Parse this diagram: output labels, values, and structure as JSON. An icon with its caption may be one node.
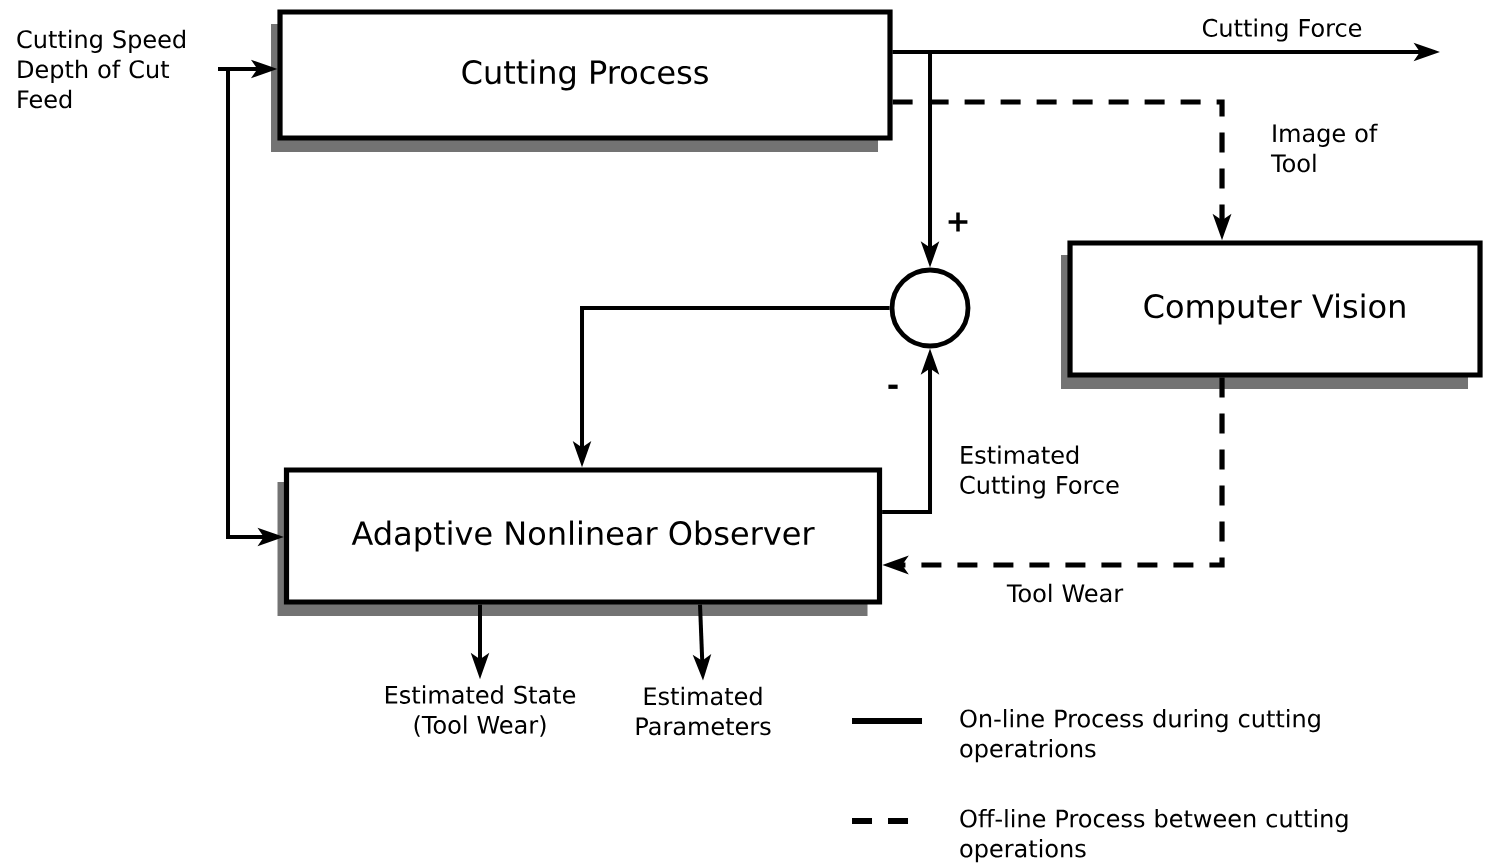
{
  "diagram": {
    "nodes": [
      {
        "text": [
          "Cutting Speed Depth of Cut Feed"
        ]
      },
      {
        "text": [
          "Cutting Process"
        ]
      },
      {
        "text": [
          "Computer Vision"
        ]
      },
      {
        "text": [],
        "shape": "circle"
      },
      {
        "text": [
          "Adaptive Nonlinear Observer"
        ]
      },
      {
        "text": [
          "Estimated State (Tool Wear)"
        ]
      },
      {
        "text": [
          "Estimated Parameters"
        ]
      }
    ],
    "edges": [
      {
        "from": 0,
        "to": 1,
        "arrow": "to"
      },
      {
        "from": 0,
        "to": 4,
        "arrow": "to"
      },
      {
        "from": 1,
        "to": null,
        "arrow": "to",
        "label": "Cutting Force"
      },
      {
        "from": 1,
        "to": 3,
        "arrow": "to"
      },
      {
        "from": 1,
        "to": 2,
        "arrow": "to",
        "style": "dashed",
        "label": "Image of Tool"
      },
      {
        "from": 3,
        "to": 4,
        "arrow": "to"
      },
      {
        "from": 4,
        "to": 3,
        "arrow": "to",
        "label": "Estimated Cutting Force"
      },
      {
        "from": 2,
        "to": 4,
        "arrow": "to",
        "style": "dashed",
        "label": "Tool Wear"
      },
      {
        "from": 4,
        "to": 5,
        "arrow": "to"
      },
      {
        "from": 4,
        "to": 6,
        "arrow": "to"
      }
    ],
    "labels": [
      "+",
      "-"
    ],
    "legend": [
      {
        "text": "On-line Process during cutting operatrions"
      },
      {
        "text": "Off-line Process between cutting operations"
      }
    ]
  }
}
